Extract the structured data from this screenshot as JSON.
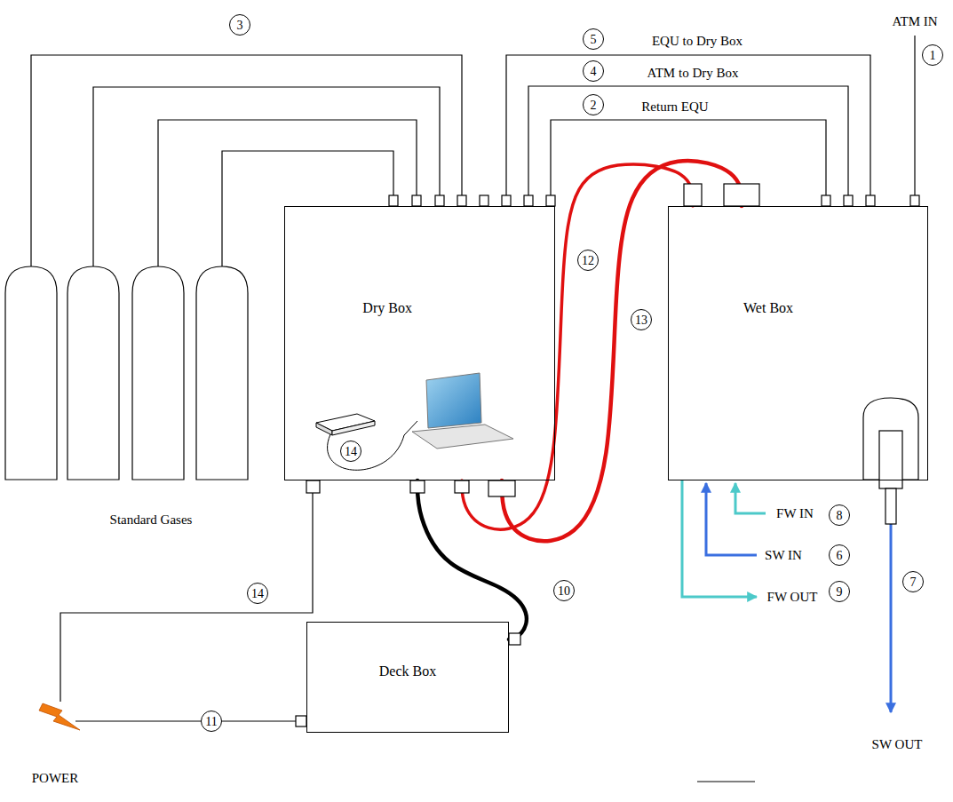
{
  "diagram": {
    "nodes": [
      {
        "text": [
          "Dry Box"
        ]
      },
      {
        "text": [
          "Wet Box"
        ]
      },
      {
        "text": [
          "Deck Box"
        ]
      }
    ],
    "edges": [
      {
        "from": 0,
        "to": 1,
        "arrow": "none",
        "label": "Return EQU"
      },
      {
        "from": 1,
        "to": 0,
        "arrow": "none",
        "label": "ATM to Dry Box"
      },
      {
        "from": 1,
        "to": 0,
        "arrow": "none",
        "label": "EQU to Dry Box"
      },
      {
        "from": 0,
        "to": 1,
        "arrow": "none"
      },
      {
        "from": 0,
        "to": 1,
        "arrow": "none"
      },
      {
        "from": 0,
        "to": 2,
        "arrow": "none"
      }
    ],
    "labels": [
      "3",
      "5",
      "4",
      "2",
      "1",
      "ATM IN",
      "12",
      "13",
      "14",
      "Standard Gases",
      "14",
      "10",
      "FW IN",
      "8",
      "SW IN",
      "6",
      "FW OUT",
      "9",
      "7",
      "11",
      "POWER",
      "SW OUT"
    ]
  }
}
